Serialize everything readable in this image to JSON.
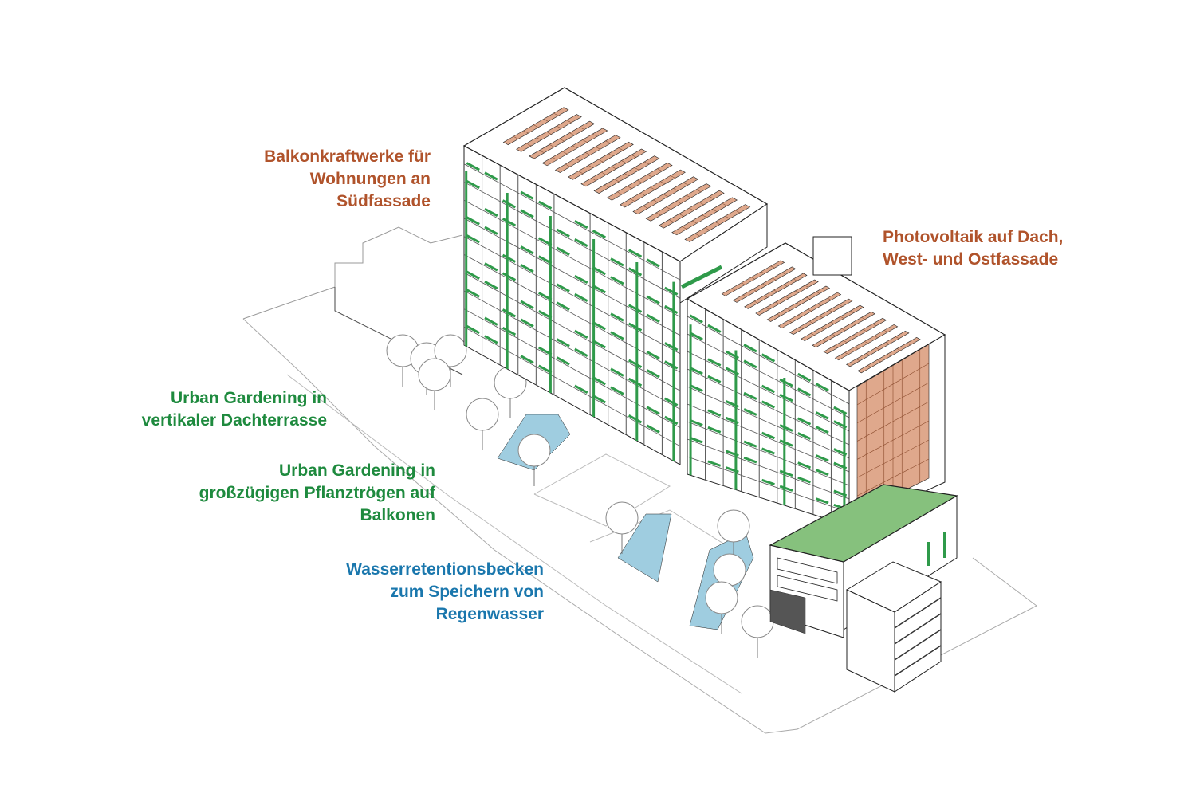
{
  "colors": {
    "solar_text": "#b0532b",
    "green_text": "#1e8a3e",
    "water_text": "#1a77ad",
    "pv_panel": "#dfa88c",
    "green_roof": "#86c17d",
    "planting": "#2f9a4a",
    "water": "#9fcde0"
  },
  "labels": {
    "balcony_pv": [
      "Balkonkraftwerke für",
      "Wohnungen an",
      "Südfassade"
    ],
    "roof_pv": [
      "Photovoltaik auf Dach,",
      "West- und Ostfassade"
    ],
    "vertical_garden": [
      "Urban Gardening in",
      "vertikaler Dachterrasse"
    ],
    "balcony_garden": [
      "Urban Gardening in",
      "großzügigen Pflanztrögen auf",
      "Balkonen"
    ],
    "water_retention": [
      "Wasserretentionsbecken",
      "zum Speichern von",
      "Regenwasser"
    ]
  }
}
